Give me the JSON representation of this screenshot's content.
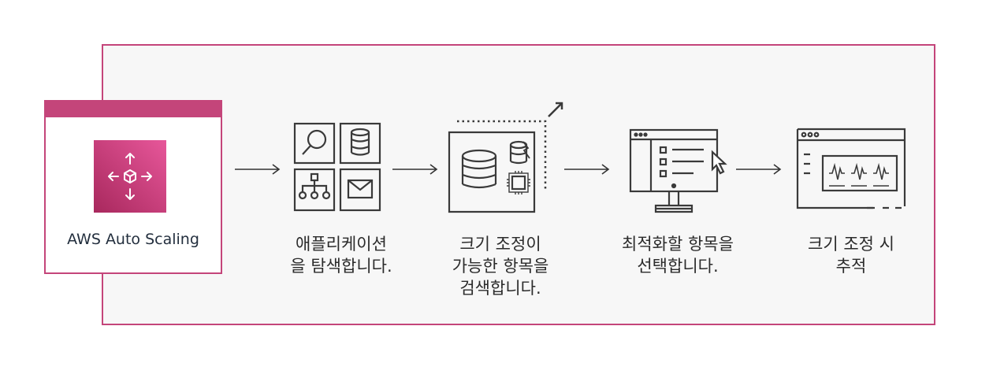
{
  "service": {
    "name": "AWS Auto Scaling",
    "icon": "auto-scaling-icon",
    "brand_color": "#c4457a",
    "logo_gradient": [
      "#a8285d",
      "#e7579a"
    ]
  },
  "steps": [
    {
      "icon": "discover-resources-icon",
      "lines": [
        "애플리케이션",
        "을 탐색합니다."
      ]
    },
    {
      "icon": "scalable-resources-icon",
      "lines": [
        "크기 조정이",
        "가능한 항목을",
        "검색합니다."
      ]
    },
    {
      "icon": "select-optimization-icon",
      "lines": [
        "최적화할 항목을",
        "선택합니다."
      ]
    },
    {
      "icon": "track-scaling-icon",
      "lines": [
        "크기 조정 시",
        "추적"
      ]
    }
  ],
  "colors": {
    "frame": "#c4457a",
    "panel": "#f7f7f7",
    "icon_stroke": "#3a3a3a"
  }
}
